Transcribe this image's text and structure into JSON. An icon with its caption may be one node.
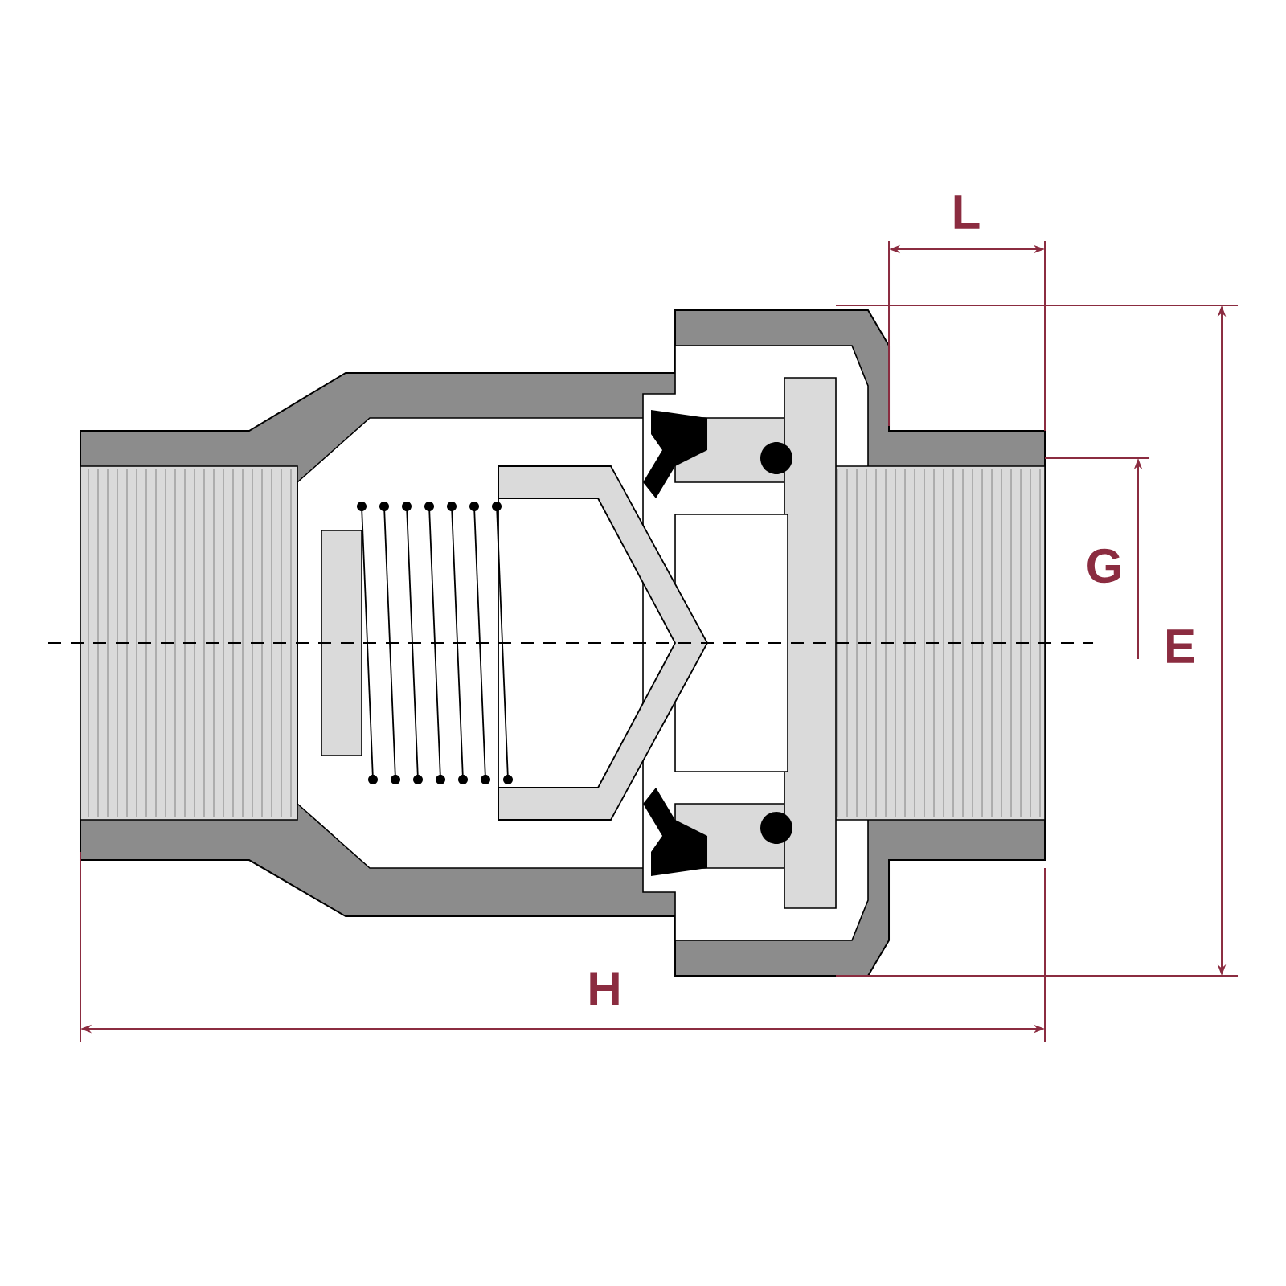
{
  "diagram": {
    "labels": [
      "L",
      "G",
      "E",
      "H"
    ]
  }
}
